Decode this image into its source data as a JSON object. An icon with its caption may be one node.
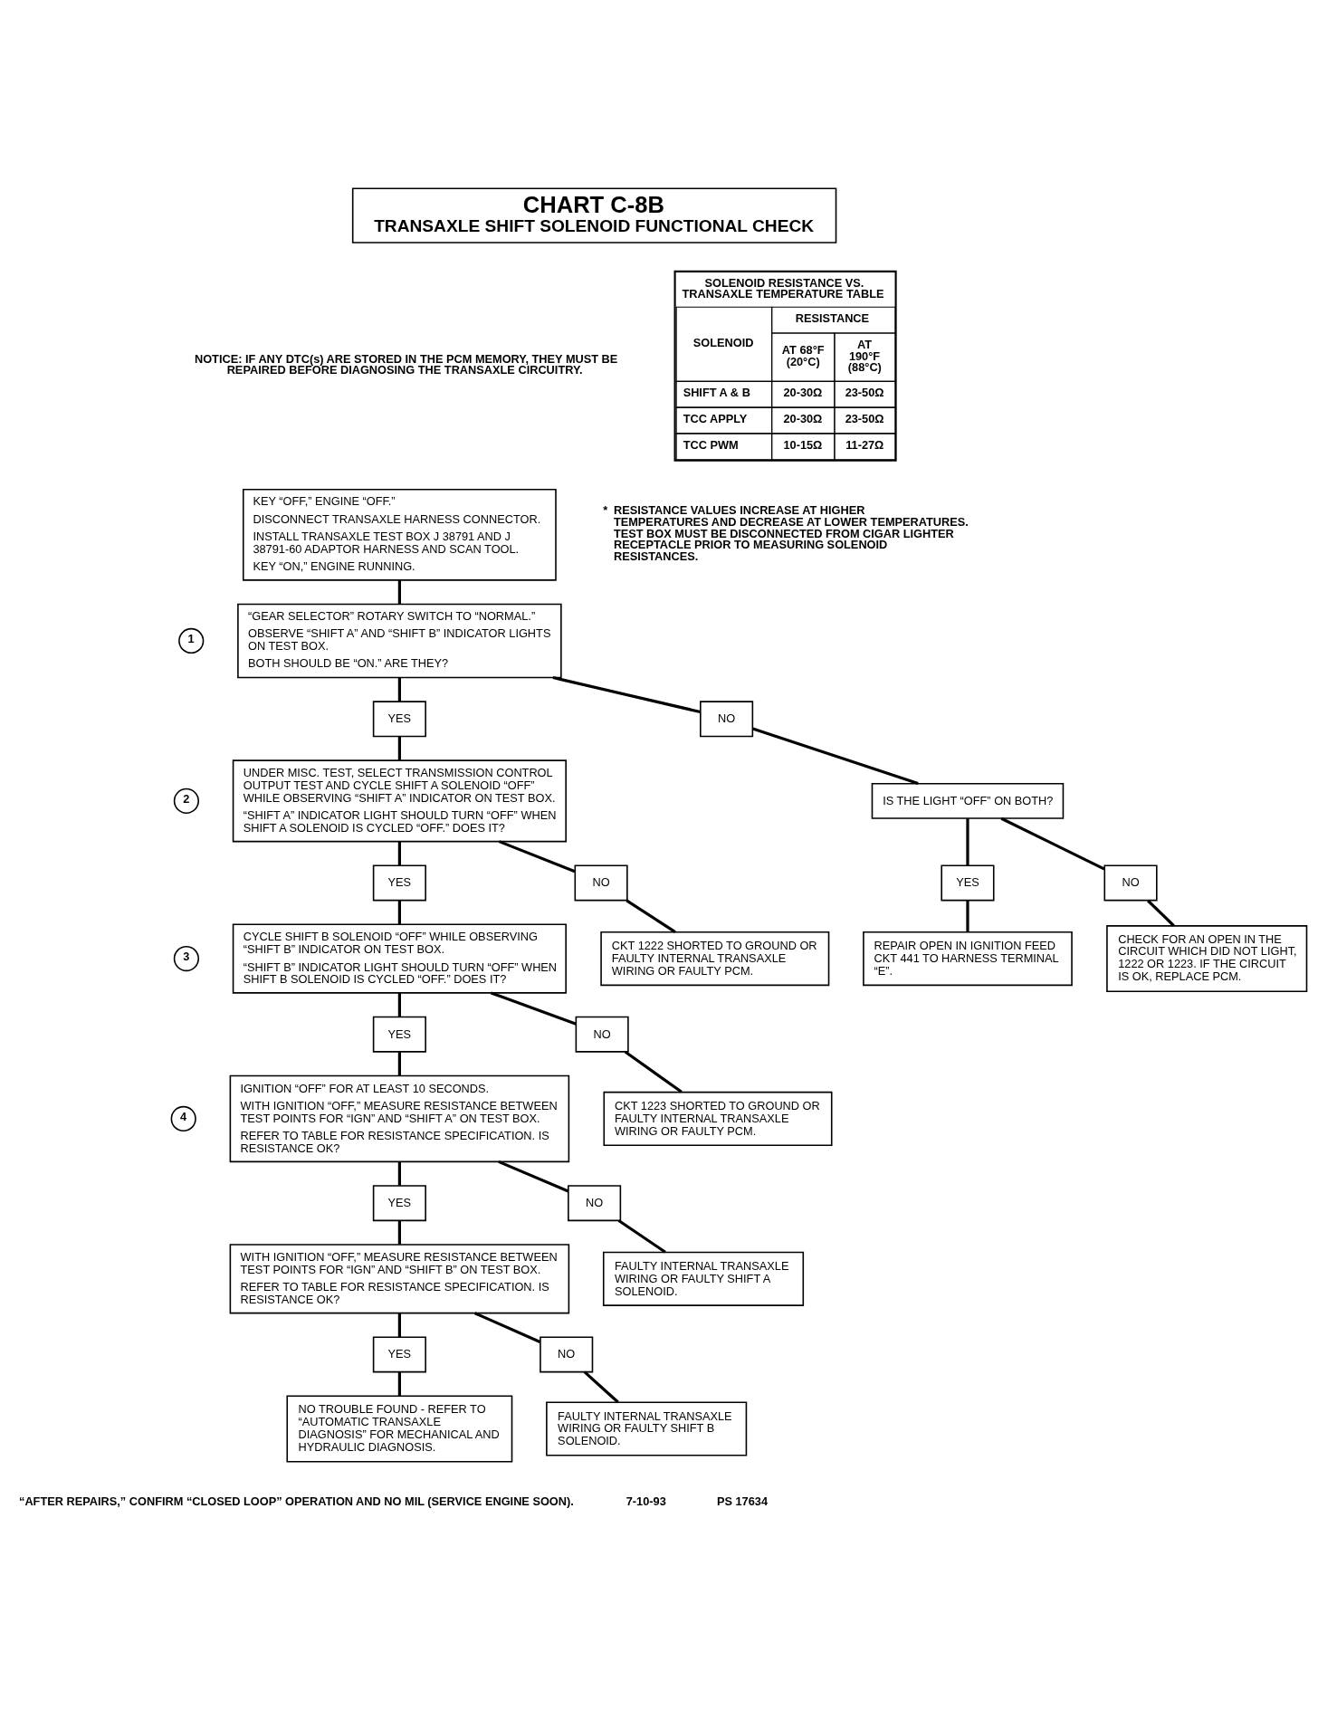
{
  "diagram": {
    "nodes": [
      {
        "text": [
          "CHART C-8B",
          "TRANSAXLE SHIFT SOLENOID FUNCTIONAL CHECK"
        ]
      },
      {
        "text": [
          "KEY “OFF,” ENGINE “OFF.”",
          "DISCONNECT TRANSAXLE HARNESS CONNECTOR.",
          "INSTALL TRANSAXLE TEST BOX J 38791 AND J 38791-60 ADAPTOR HARNESS AND SCAN TOOL.",
          "KEY “ON,” ENGINE RUNNING."
        ]
      },
      {
        "text": [
          "“GEAR SELECTOR” ROTARY SWITCH TO “NORMAL.”",
          "OBSERVE “SHIFT A” AND “SHIFT B” INDICATOR LIGHTS ON TEST BOX.",
          "BOTH SHOULD BE “ON.” ARE THEY?"
        ],
        "beside": [
          "1"
        ]
      },
      {
        "text": [
          "YES"
        ]
      },
      {
        "text": [
          "NO"
        ]
      },
      {
        "text": [
          "IS THE LIGHT “OFF” ON BOTH?"
        ]
      },
      {
        "text": [
          "YES"
        ]
      },
      {
        "text": [
          "NO"
        ]
      },
      {
        "text": [
          "REPAIR OPEN IN IGNITION FEED CKT 441 TO HARNESS TERMINAL “E”."
        ]
      },
      {
        "text": [
          "CHECK FOR AN OPEN IN THE CIRCUIT WHICH DID NOT LIGHT, 1222 OR 1223. IF THE CIRCUIT IS OK, REPLACE PCM."
        ]
      },
      {
        "text": [
          "UNDER MISC. TEST, SELECT TRANSMISSION CONTROL OUTPUT TEST AND CYCLE SHIFT A SOLENOID “OFF” WHILE OBSERVING “SHIFT A” INDICATOR ON TEST BOX.",
          "“SHIFT A” INDICATOR LIGHT SHOULD TURN “OFF” WHEN SHIFT A SOLENOID IS CYCLED “OFF.” DOES IT?"
        ],
        "beside": [
          "2"
        ]
      },
      {
        "text": [
          "YES"
        ]
      },
      {
        "text": [
          "NO"
        ]
      },
      {
        "text": [
          "CYCLE SHIFT B SOLENOID “OFF” WHILE OBSERVING “SHIFT B” INDICATOR ON TEST BOX.",
          "“SHIFT B” INDICATOR LIGHT SHOULD TURN “OFF” WHEN SHIFT B SOLENOID IS CYCLED “OFF.” DOES IT?"
        ],
        "beside": [
          "3"
        ]
      },
      {
        "text": [
          "CKT 1222 SHORTED TO GROUND OR FAULTY INTERNAL TRANSAXLE WIRING OR FAULTY PCM."
        ]
      },
      {
        "text": [
          "YES"
        ]
      },
      {
        "text": [
          "NO"
        ]
      },
      {
        "text": [
          "IGNITION “OFF” FOR AT LEAST 10 SECONDS.",
          "WITH IGNITION “OFF,” MEASURE RESISTANCE BETWEEN TEST POINTS FOR “IGN” AND “SHIFT A” ON TEST BOX.",
          "REFER TO TABLE FOR RESISTANCE SPECIFICATION. IS RESISTANCE OK?"
        ],
        "beside": [
          "4"
        ]
      },
      {
        "text": [
          "CKT 1223 SHORTED TO GROUND OR FAULTY INTERNAL TRANSAXLE WIRING OR FAULTY PCM."
        ]
      },
      {
        "text": [
          "YES"
        ]
      },
      {
        "text": [
          "NO"
        ]
      },
      {
        "text": [
          "WITH IGNITION “OFF,” MEASURE RESISTANCE BETWEEN TEST POINTS FOR “IGN” AND “SHIFT B” ON TEST BOX.",
          "REFER TO TABLE FOR RESISTANCE SPECIFICATION. IS RESISTANCE OK?"
        ]
      },
      {
        "text": [
          "FAULTY INTERNAL TRANSAXLE WIRING OR FAULTY SHIFT A SOLENOID."
        ]
      },
      {
        "text": [
          "YES"
        ]
      },
      {
        "text": [
          "NO"
        ]
      },
      {
        "text": [
          "NO TROUBLE FOUND - REFER TO “AUTOMATIC TRANSAXLE DIAGNOSIS” FOR MECHANICAL AND HYDRAULIC DIAGNOSIS."
        ]
      },
      {
        "text": [
          "FAULTY INTERNAL TRANSAXLE WIRING OR FAULTY SHIFT B SOLENOID."
        ]
      }
    ],
    "edges": [
      {
        "from": 1,
        "to": 2,
        "arrow": "none"
      },
      {
        "from": 2,
        "to": 3,
        "arrow": "none"
      },
      {
        "from": 2,
        "to": 4,
        "arrow": "none"
      },
      {
        "from": 3,
        "to": 10,
        "arrow": "none"
      },
      {
        "from": 4,
        "to": 5,
        "arrow": "none"
      },
      {
        "from": 5,
        "to": 6,
        "arrow": "none"
      },
      {
        "from": 5,
        "to": 7,
        "arrow": "none"
      },
      {
        "from": 6,
        "to": 8,
        "arrow": "none"
      },
      {
        "from": 7,
        "to": 9,
        "arrow": "none"
      },
      {
        "from": 10,
        "to": 11,
        "arrow": "none"
      },
      {
        "from": 10,
        "to": 12,
        "arrow": "none"
      },
      {
        "from": 11,
        "to": 13,
        "arrow": "none"
      },
      {
        "from": 12,
        "to": 14,
        "arrow": "none"
      },
      {
        "from": 13,
        "to": 15,
        "arrow": "none"
      },
      {
        "from": 13,
        "to": 16,
        "arrow": "none"
      },
      {
        "from": 15,
        "to": 17,
        "arrow": "none"
      },
      {
        "from": 16,
        "to": 18,
        "arrow": "none"
      },
      {
        "from": 17,
        "to": 19,
        "arrow": "none"
      },
      {
        "from": 17,
        "to": 20,
        "arrow": "none"
      },
      {
        "from": 19,
        "to": 21,
        "arrow": "none"
      },
      {
        "from": 20,
        "to": 22,
        "arrow": "none"
      },
      {
        "from": 21,
        "to": 23,
        "arrow": "none"
      },
      {
        "from": 21,
        "to": 24,
        "arrow": "none"
      },
      {
        "from": 23,
        "to": 25,
        "arrow": "none"
      },
      {
        "from": 24,
        "to": 26,
        "arrow": "none"
      }
    ],
    "labels": [
      "NOTICE: IF ANY DTC(s) ARE STORED IN THE PCM MEMORY, THEY MUST BE REPAIRED BEFORE DIAGNOSING THE TRANSAXLE CIRCUITRY.",
      "SOLENOID RESISTANCE VS. TRANSAXLE TEMPERATURE TABLE",
      "SOLENOID",
      "RESISTANCE",
      "AT 68°F (20°C)",
      "AT 190°F (88°C)",
      "SHIFT A & B",
      "20-30Ω",
      "23-50Ω",
      "TCC APPLY",
      "20-30Ω",
      "23-50Ω",
      "TCC PWM",
      "10-15Ω",
      "11-27Ω",
      "*",
      "RESISTANCE VALUES INCREASE AT HIGHER TEMPERATURES AND DECREASE AT LOWER TEMPERATURES. TEST BOX MUST BE DISCONNECTED FROM CIGAR LIGHTER RECEPTACLE PRIOR TO MEASURING SOLENOID RESISTANCES.",
      "“AFTER REPAIRS,” CONFIRM “CLOSED LOOP” OPERATION AND NO MIL (SERVICE ENGINE SOON).",
      "7-10-93",
      "PS 17634"
    ]
  }
}
